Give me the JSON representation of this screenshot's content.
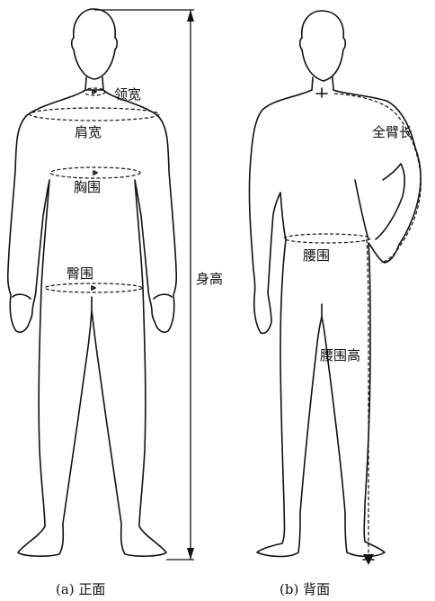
{
  "front": {
    "labels": {
      "neck_width": "领宽",
      "shoulder_width": "肩宽",
      "chest_girth": "胸围",
      "hip_girth": "臀围",
      "height": "身高"
    },
    "caption": "(a) 正面"
  },
  "back": {
    "labels": {
      "full_arm_length": "全臂长",
      "waist_girth": "腰围",
      "waist_height": "腰围高"
    },
    "caption": "(b) 背面"
  }
}
